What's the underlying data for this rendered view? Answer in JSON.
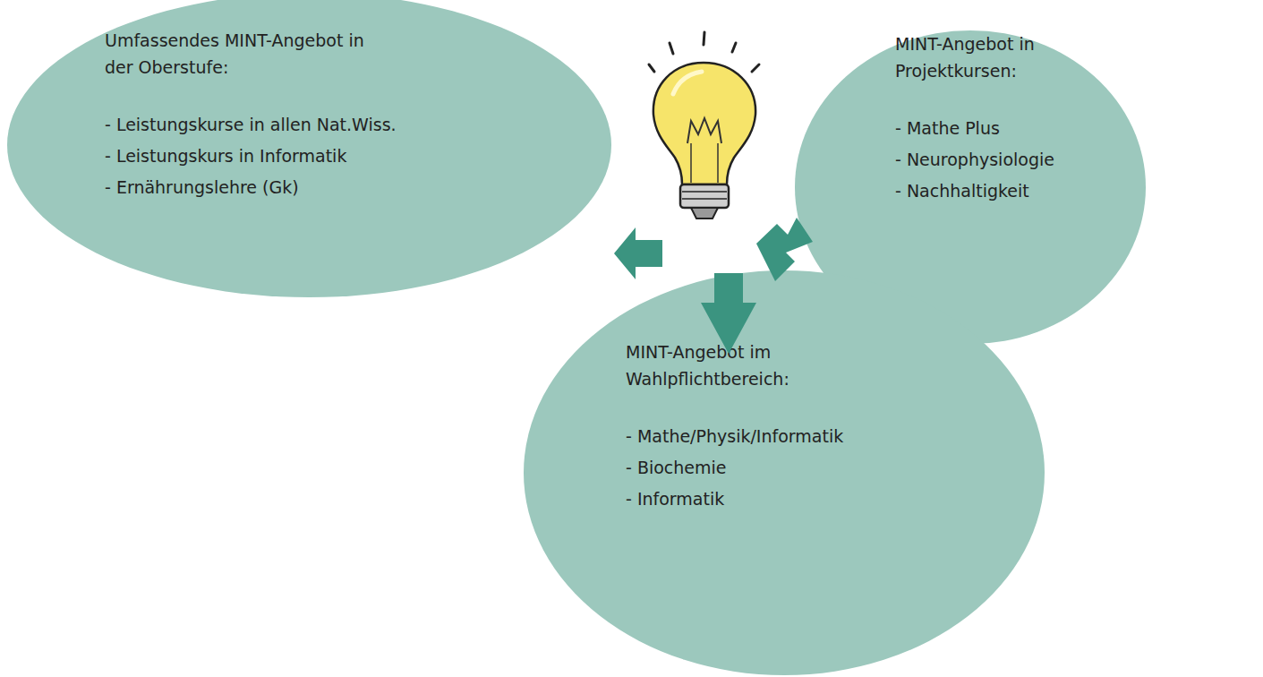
{
  "diagram": {
    "nodes": [
      {
        "text": [
          "Umfassendes MINT-Angebot in der Oberstufe:",
          "- Leistungskurse in allen Nat.Wiss.",
          "- Leistungskurs in Informatik",
          "- Ernährungslehre (Gk)"
        ]
      },
      {
        "text": [
          "MINT-Angebot in Projektkursen:",
          "- Mathe Plus",
          "- Neurophysiologie",
          "- Nachhaltigkeit"
        ]
      },
      {
        "text": [
          "MINT-Angebot im Wahlpflichtbereich:",
          "- Mathe/Physik/Informatik",
          "- Biochemie",
          "- Informatik"
        ]
      }
    ]
  }
}
